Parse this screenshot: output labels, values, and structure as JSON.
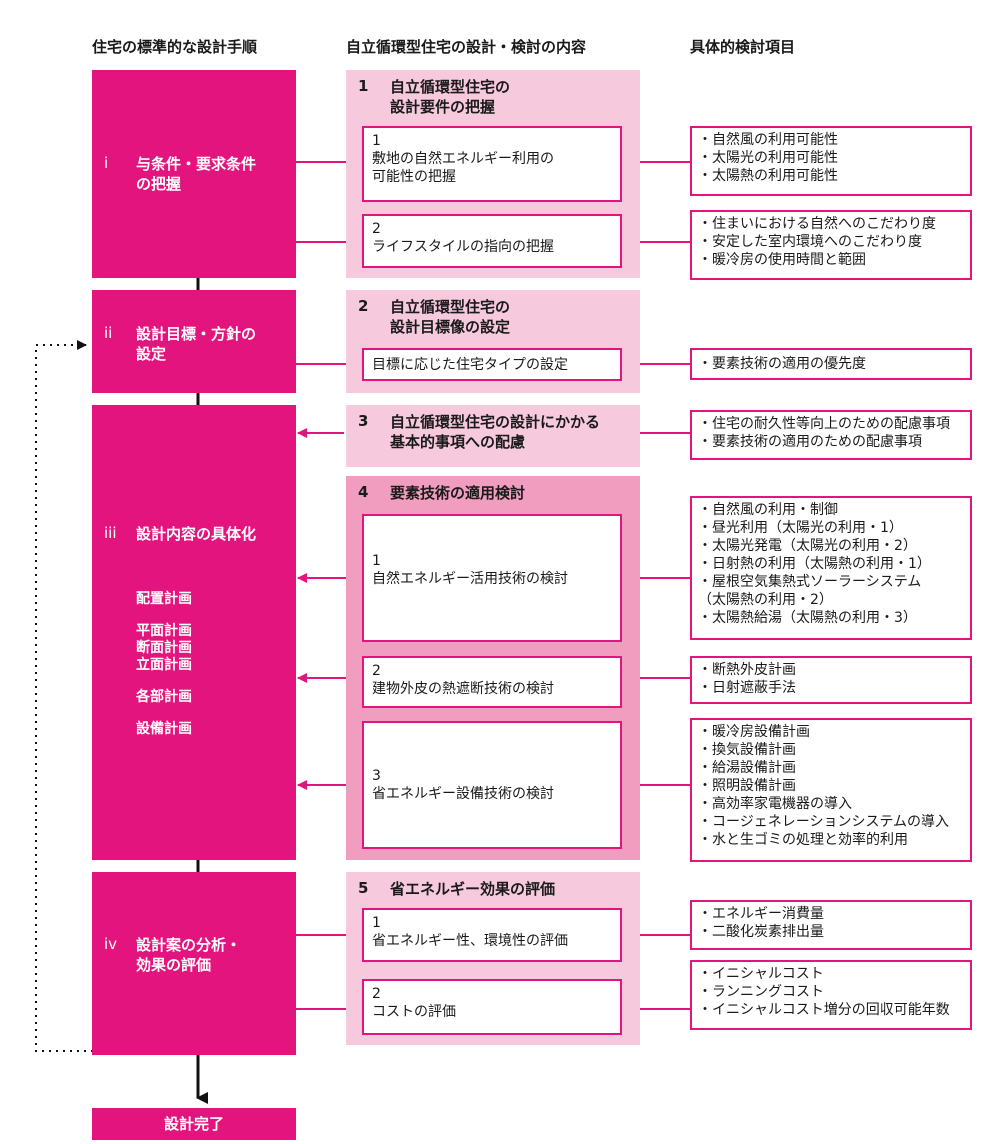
{
  "headers": {
    "left": "住宅の標準的な設計手順",
    "middle": "自立循環型住宅の設計・検討の内容",
    "right": "具体的検討項目"
  },
  "steps": [
    {
      "num": "i",
      "title": "与条件・要求条件\nの把握"
    },
    {
      "num": "ii",
      "title": "設計目標・方針の\n設定"
    },
    {
      "num": "iii",
      "title": "設計内容の具体化",
      "subs": [
        "配置計画",
        "平面計画",
        "断面計画",
        "立面計画",
        "各部計画",
        "設備計画"
      ]
    },
    {
      "num": "iv",
      "title": "設計案の分析・\n効果の評価"
    }
  ],
  "final_step": "設計完了",
  "panels": [
    {
      "num": "1",
      "title": "自立循環型住宅の\n設計要件の把握"
    },
    {
      "num": "2",
      "title": "自立循環型住宅の\n設計目標像の設定"
    },
    {
      "num": "3",
      "title": "自立循環型住宅の設計にかかる\n基本的事項への配慮"
    },
    {
      "num": "4",
      "title": "要素技術の適用検討"
    },
    {
      "num": "5",
      "title": "省エネルギー効果の評価"
    }
  ],
  "items": {
    "p1_1": {
      "num": "1",
      "text_a": "敷地の自然エネルギー利用の",
      "text_b": "可能性の把握"
    },
    "p1_2": {
      "num": "2",
      "text_a": "ライフスタイルの指向の把握"
    },
    "p2_1": {
      "text_a": "目標に応じた住宅タイプの設定"
    },
    "p4_1": {
      "num": "1",
      "text_a": "自然エネルギー活用技術の検討"
    },
    "p4_2": {
      "num": "2",
      "text_a": "建物外皮の熱遮断技術の検討"
    },
    "p4_3": {
      "num": "3",
      "text_a": "省エネルギー設備技術の検討"
    },
    "p5_1": {
      "num": "1",
      "text_a": "省エネルギー性、環境性の評価"
    },
    "p5_2": {
      "num": "2",
      "text_a": "コストの評価"
    }
  },
  "details": {
    "d1": [
      "・自然風の利用可能性",
      "・太陽光の利用可能性",
      "・太陽熱の利用可能性"
    ],
    "d2": [
      "・住まいにおける自然へのこだわり度",
      "・安定した室内環境へのこだわり度",
      "・暖冷房の使用時間と範囲"
    ],
    "d3": [
      "・要素技術の適用の優先度"
    ],
    "d4": [
      "・住宅の耐久性等向上のための配慮事項",
      "・要素技術の適用のための配慮事項"
    ],
    "d5": [
      "・自然風の利用・制御",
      "・昼光利用（太陽光の利用・1）",
      "・太陽光発電（太陽光の利用・2）",
      "・日射熱の利用（太陽熱の利用・1）",
      "・屋根空気集熱式ソーラーシステム",
      "（太陽熱の利用・2）",
      "・太陽熱給湯（太陽熱の利用・3）"
    ],
    "d6": [
      "・断熱外皮計画",
      "・日射遮蔽手法"
    ],
    "d7": [
      "・暖冷房設備計画",
      "・換気設備計画",
      "・給湯設備計画",
      "・照明設備計画",
      "・高効率家電機器の導入",
      "・コージェネレーションシステムの導入",
      "・水と生ゴミの処理と効率的利用"
    ],
    "d8": [
      "・エネルギー消費量",
      "・二酸化炭素排出量"
    ],
    "d9": [
      "・イニシャルコスト",
      "・ランニングコスト",
      "・イニシャルコスト増分の回収可能年数"
    ]
  },
  "colors": {
    "accent": "#e4147f",
    "panel_light": "#f7c9dd",
    "panel_dark": "#f09dbf"
  }
}
